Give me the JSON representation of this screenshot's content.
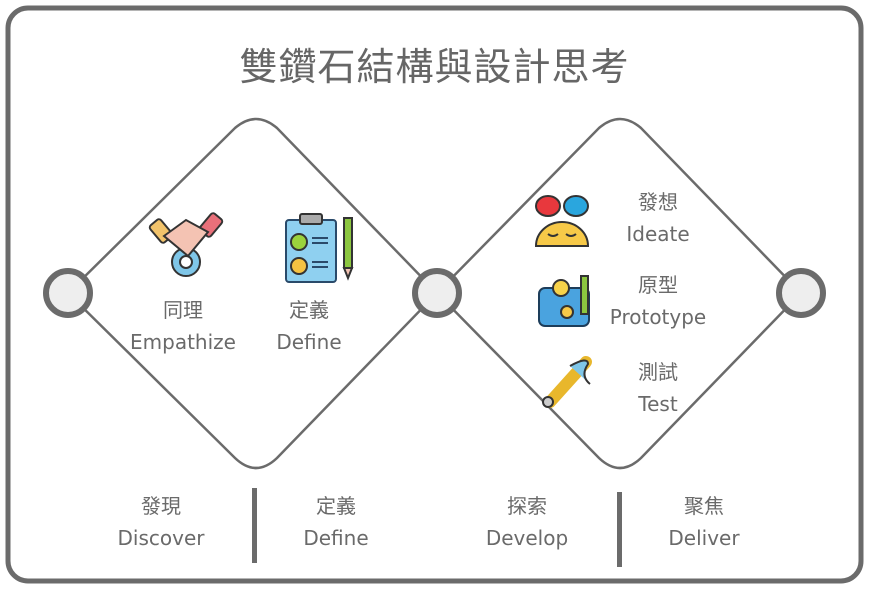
{
  "title": "雙鑽石結構與設計思考",
  "left_diamond": {
    "items": [
      {
        "zh": "同理",
        "en": "Empathize",
        "icon": "handshake-gear-icon"
      },
      {
        "zh": "定義",
        "en": "Define",
        "icon": "clipboard-checklist-icon"
      }
    ]
  },
  "right_diamond": {
    "items": [
      {
        "zh": "發想",
        "en": "Ideate",
        "icon": "brainstorm-face-icon"
      },
      {
        "zh": "原型",
        "en": "Prototype",
        "icon": "blueprint-icon"
      },
      {
        "zh": "測試",
        "en": "Test",
        "icon": "rocket-pencil-icon"
      }
    ]
  },
  "phases": [
    {
      "zh": "發現",
      "en": "Discover"
    },
    {
      "zh": "定義",
      "en": "Define"
    },
    {
      "zh": "探索",
      "en": "Develop"
    },
    {
      "zh": "聚焦",
      "en": "Deliver"
    }
  ],
  "colors": {
    "stroke": "#6b6b6b",
    "text": "#666666",
    "node_fill": "#eeeeee"
  }
}
